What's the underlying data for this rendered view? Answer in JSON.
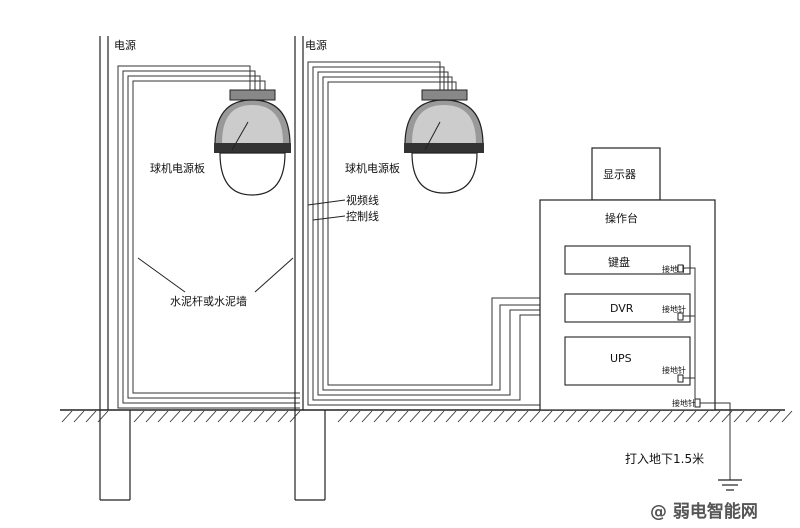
{
  "labels": {
    "power_left": "电源",
    "power_right": "电源",
    "camera_board_left": "球机电源板",
    "camera_board_right": "球机电源板",
    "video_line": "视频线",
    "control_line": "控制线",
    "pole_wall": "水泥杆或水泥墙",
    "monitor": "显示器",
    "console": "操作台",
    "keyboard": "键盘",
    "dvr": "DVR",
    "ups": "UPS",
    "ground_terminal_keyboard": "接地针",
    "ground_terminal_dvr": "接地针",
    "ground_terminal_ups": "接地针",
    "ground_terminal_main": "接地针",
    "ground_depth": "打入地下1.5米",
    "watermark": "@ 弱电智能网"
  }
}
